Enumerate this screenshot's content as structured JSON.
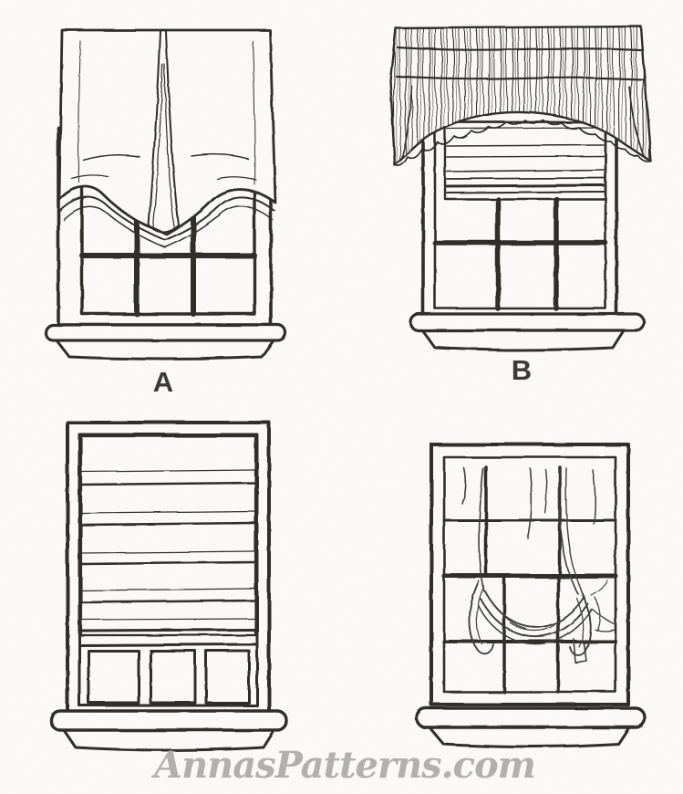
{
  "page": {
    "background_color": "#fcfbf9",
    "ink_color": "#2e2b28"
  },
  "figures": {
    "a": {
      "label": "A",
      "illustration": "balloon-shade-window-icon"
    },
    "b": {
      "label": "B",
      "illustration": "gathered-valance-roman-shade-window-icon"
    },
    "c": {
      "illustration": "roman-shade-window-icon"
    },
    "d": {
      "illustration": "tie-up-sheer-shade-window-icon"
    }
  },
  "watermark": {
    "text": "AnnasPatterns.com",
    "color": "#b2b0ad"
  }
}
